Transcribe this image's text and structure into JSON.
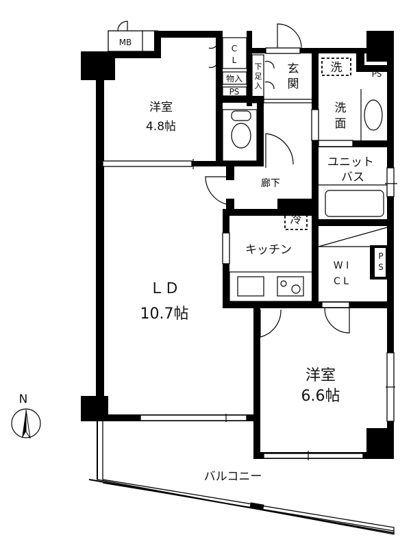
{
  "floorplan": {
    "rooms": {
      "western_room_1": {
        "name": "洋室",
        "size": "4.8帖"
      },
      "living_dining": {
        "name": "ＬＤ",
        "size": "10.7帖"
      },
      "western_room_2": {
        "name": "洋室",
        "size": "6.6帖"
      },
      "kitchen": "キッチン",
      "hallway": "廊下",
      "entrance": [
        "玄",
        "関"
      ],
      "washroom": [
        "洗",
        "面"
      ],
      "unit_bath": [
        "ユニット",
        "バス"
      ],
      "balcony": "バルコニー",
      "wic": [
        "W I",
        "C L"
      ]
    },
    "labels": {
      "mb": "MB",
      "cl": [
        "C",
        "L"
      ],
      "storage": "物入",
      "ps_left": "PS",
      "ps_right_top": "PS",
      "ps_right_wic": [
        "P",
        "S"
      ],
      "shoe_storage": [
        "下",
        "足",
        "入"
      ],
      "washer": "洗",
      "fridge": "冷"
    },
    "compass": {
      "label": "N"
    }
  }
}
